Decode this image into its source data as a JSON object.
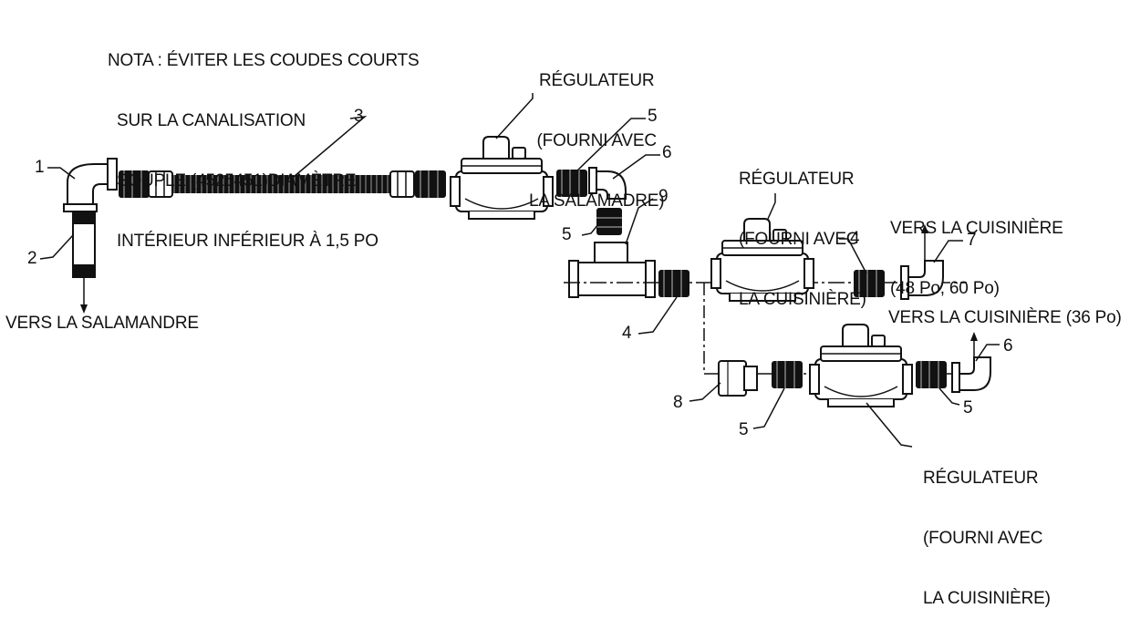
{
  "note": {
    "line1": "NOTA : ÉVITER LES COUDES COURTS",
    "line2": "SUR LA CANALISATION",
    "line3": "SOUPLE (4525451)DIAMÈTRE",
    "line4": "INTÉRIEUR INFÉRIEUR À 1,5 PO"
  },
  "regulator_salamander": {
    "line1": "RÉGULATEUR",
    "line2": "(FOURNI AVEC",
    "line3": "LA SALAMADRE)"
  },
  "regulator_range_top": {
    "line1": "RÉGULATEUR",
    "line2": "(FOURNI AVEC",
    "line3": "LA CUISINIÈRE)"
  },
  "regulator_range_bottom": {
    "line1": "RÉGULATEUR",
    "line2": "(FOURNI AVEC",
    "line3": "LA CUISINIÈRE)"
  },
  "to_salamander": "VERS LA SALAMANDRE",
  "to_range_large": {
    "line1": "VERS LA CUISINIÈRE",
    "line2": "(48 Po, 60 Po)"
  },
  "to_range_small": "VERS LA CUISINIÈRE (36 Po)",
  "callouts": {
    "n1": "1",
    "n2": "2",
    "n3": "3",
    "n4a": "4",
    "n4b": "4",
    "n5a": "5",
    "n5b": "5",
    "n5c": "5",
    "n5d": "5",
    "n6a": "6",
    "n6b": "6",
    "n7": "7",
    "n8": "8",
    "n9": "9"
  }
}
